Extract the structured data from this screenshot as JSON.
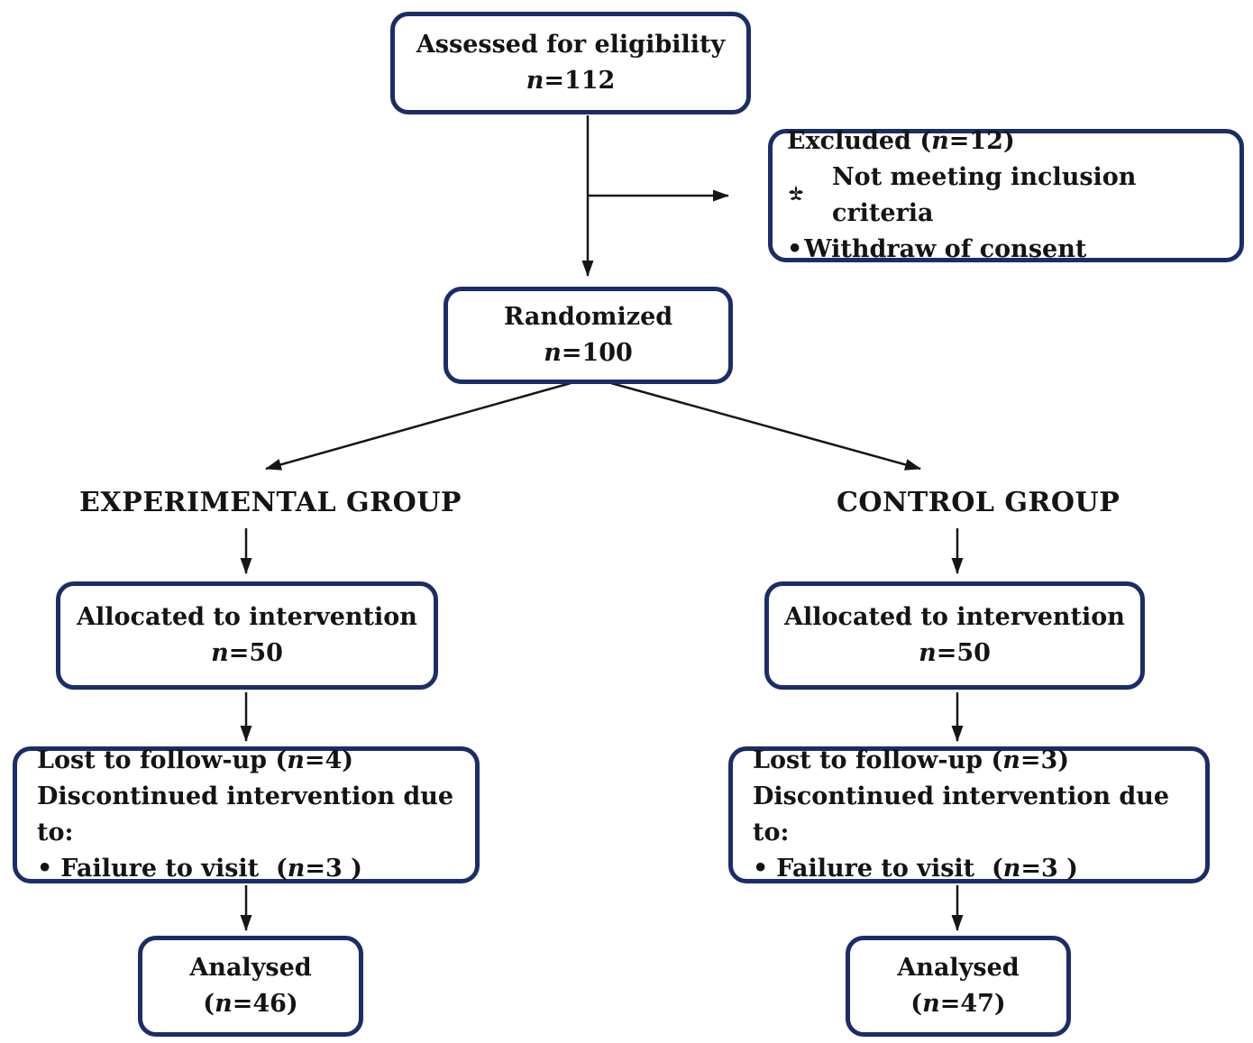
{
  "canvas": {
    "background": "#ffffff",
    "box_border_color": "#1b2d68",
    "arrow_color": "#161616",
    "text_color": "#141414"
  },
  "boxes": {
    "assessed": {
      "title": "Assessed for eligibility",
      "n_italic": "n",
      "n_rest": "=112"
    },
    "excluded": {
      "title_pre": "Excluded (",
      "n_italic": "n",
      "title_post": "=12)",
      "bullet1_icon": "fleur-de-lis-bullet",
      "bullet1_text": "Not meeting inclusion criteria",
      "bullet2_marker": "•",
      "bullet2_text": "Withdraw of consent"
    },
    "randomized": {
      "title": "Randomized",
      "n_italic": "n",
      "n_rest": "=100"
    },
    "allocated_left": {
      "title": "Allocated to intervention",
      "n_italic": "n",
      "n_rest": "=50"
    },
    "allocated_right": {
      "title": "Allocated to intervention",
      "n_italic": "n",
      "n_rest": "=50"
    },
    "lost_left": {
      "line1_pre": "Lost to follow-up (",
      "line1_n": "n",
      "line1_post": "=4)",
      "line2": "Discontinued intervention due to:",
      "line3_marker": "•",
      "line3_pre": "Failure to visit  (",
      "line3_n": "n",
      "line3_post": "=3 )"
    },
    "lost_right": {
      "line1_pre": "Lost to follow-up (",
      "line1_n": "n",
      "line1_post": "=3)",
      "line2": "Discontinued intervention due to:",
      "line3_marker": "•",
      "line3_pre": "Failure to visit  (",
      "line3_n": "n",
      "line3_post": "=3 )"
    },
    "analysed_left": {
      "title": "Analysed",
      "pre": "(",
      "n_italic": "n",
      "post": "=46)"
    },
    "analysed_right": {
      "title": "Analysed",
      "pre": "(",
      "n_italic": "n",
      "post": "=47)"
    }
  },
  "labels": {
    "experimental_group": "EXPERIMENTAL GROUP",
    "control_group": "CONTROL GROUP"
  }
}
